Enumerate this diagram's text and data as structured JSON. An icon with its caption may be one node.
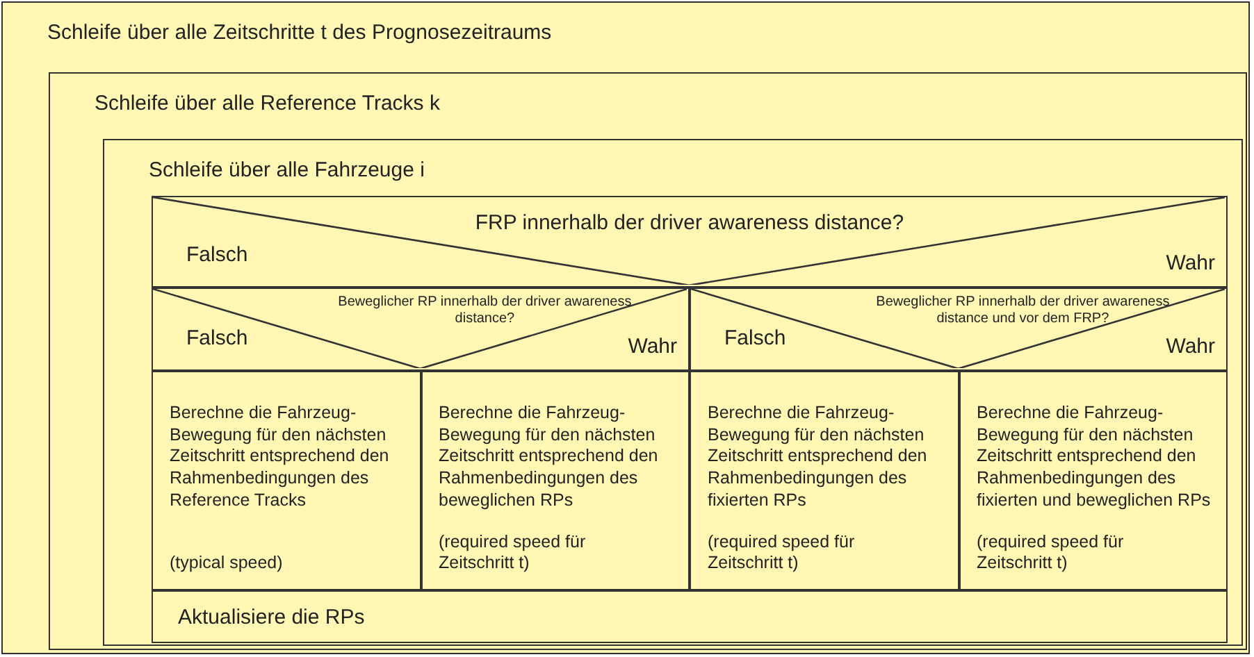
{
  "diagram": {
    "nodes": [
      {
        "text": [
          "Schleife über alle Zeitschritte t des Prognosezeitraums"
        ]
      },
      {
        "text": [
          "Schleife über alle Reference Tracks k"
        ],
        "in": 0
      },
      {
        "text": [
          "Schleife über alle Fahrzeuge i"
        ],
        "in": 1
      },
      {
        "text": [
          "FRP innerhalb der driver awareness distance?",
          "Falsch",
          "Wahr"
        ],
        "in": 2
      },
      {
        "text": [
          "Beweglicher RP innerhalb der driver awareness distance?",
          "Falsch",
          "Wahr"
        ],
        "in": 2
      },
      {
        "text": [
          "Beweglicher RP innerhalb der driver awareness distance und vor dem FRP?",
          "Falsch",
          "Wahr"
        ],
        "in": 2
      },
      {
        "text": [
          "Berechne die Fahrzeug-Bewegung für den nächsten Zeitschritt entsprechend den Rahmenbedingungen des Reference Tracks",
          "(typical speed)"
        ],
        "in": 2
      },
      {
        "text": [
          "Berechne die Fahrzeug-Bewegung für den nächsten Zeitschritt entsprechend den Rahmenbedingungen des beweglichen RPs",
          "(required speed für Zeitschritt t)"
        ],
        "in": 2
      },
      {
        "text": [
          "Berechne die Fahrzeug-Bewegung für den nächsten Zeitschritt entsprechend den Rahmenbedingungen des fixierten RPs",
          "(required speed für Zeitschritt t)"
        ],
        "in": 2
      },
      {
        "text": [
          "Berechne die Fahrzeug-Bewegung für den nächsten Zeitschritt entsprechend den Rahmenbedingungen des fixierten und beweglichen RPs",
          "(required speed für Zeitschritt t)"
        ],
        "in": 2
      },
      {
        "text": [
          "Aktualisiere die RPs"
        ],
        "in": 2
      }
    ]
  }
}
